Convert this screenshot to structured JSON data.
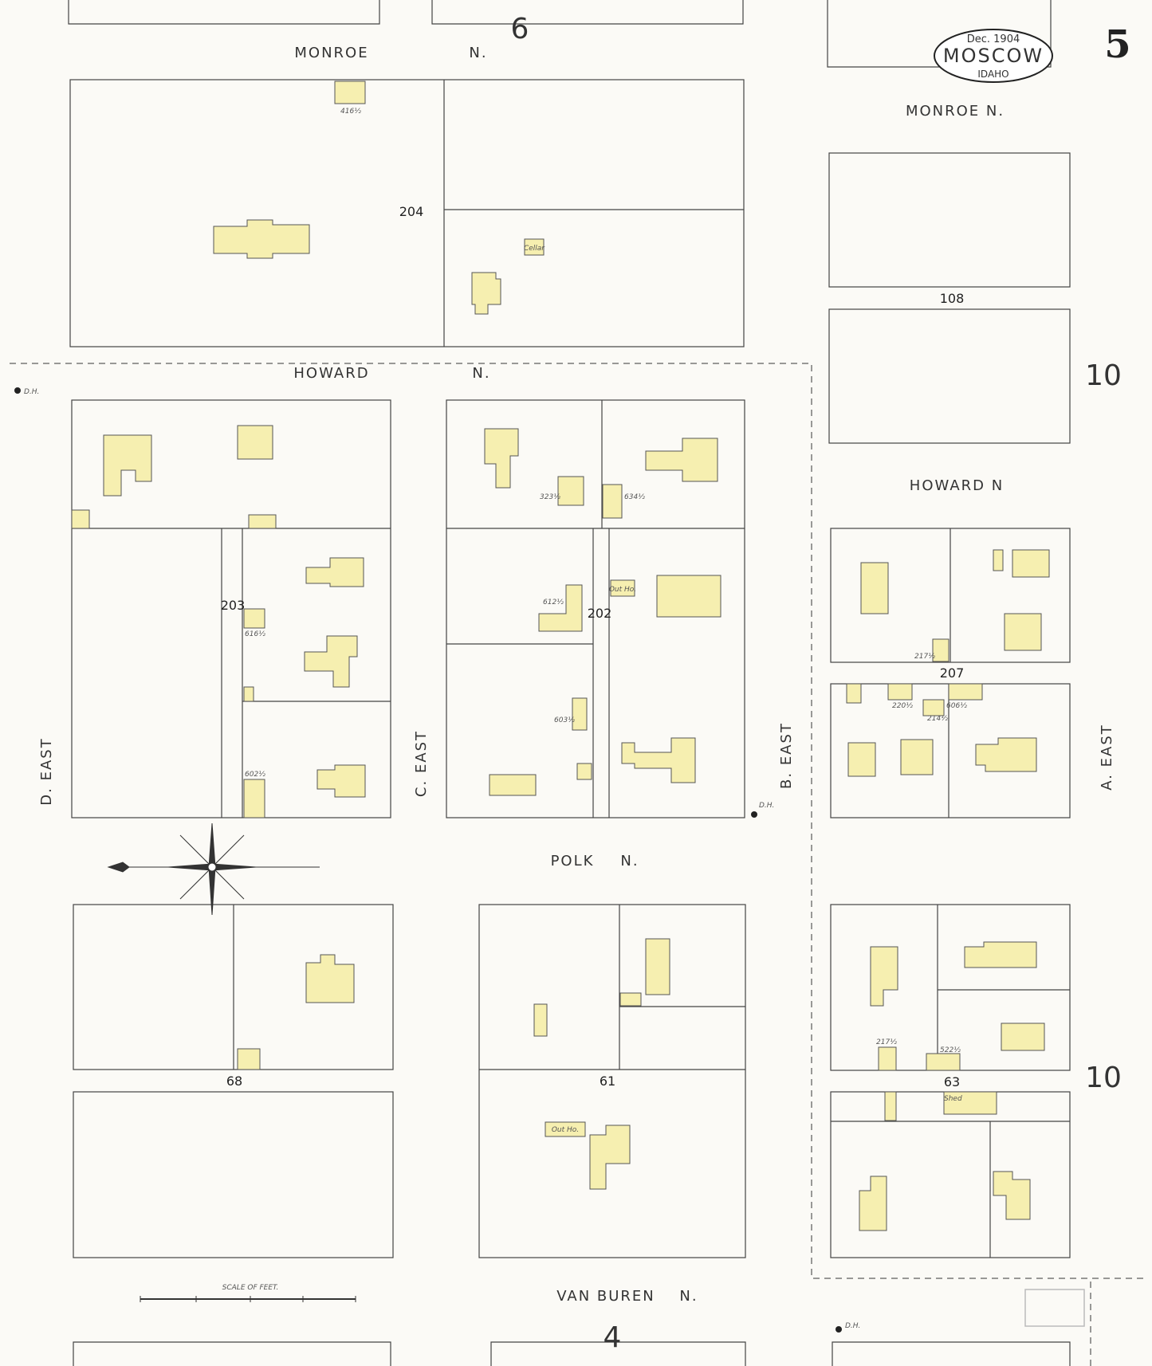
{
  "sheet": {
    "number": "5",
    "city": "MOSCOW",
    "state": "IDAHO",
    "date": "Dec. 1904",
    "adjacent_north": "6",
    "adjacent_south": "4",
    "adjacent_east_upper": "10",
    "adjacent_east_lower": "10"
  },
  "streets": {
    "monroe_west": "MONROE",
    "monroe_west_n": "N.",
    "monroe_east": "MONROE N.",
    "howard_west": "HOWARD",
    "howard_west_n": "N.",
    "howard_east": "HOWARD N",
    "polk": "POLK",
    "polk_n": "N.",
    "van_buren": "VAN BUREN",
    "van_buren_n": "N.",
    "d_east": "D. EAST",
    "c_east": "C. EAST",
    "b_east": "B. EAST",
    "a_east": "A. EAST"
  },
  "blocks": {
    "b204": "204",
    "b108": "108",
    "b203": "203",
    "b202": "202",
    "b207": "207",
    "b68": "68",
    "b61": "61",
    "b63": "63"
  },
  "labels": {
    "scale": "SCALE OF FEET.",
    "cellar": "Cellar",
    "out_ho": "Out Ho.",
    "out_ho2": "Out Ho.",
    "shed": "Shed",
    "dh1": "D.H.",
    "dh2": "D.H.",
    "dh3": "D.H.",
    "n416": "416½",
    "n603": "603½",
    "n616": "616½",
    "n612": "612½",
    "n602": "602½",
    "n323": "323½",
    "n634": "634½",
    "n217a": "217½",
    "n220": "220½",
    "n214": "214½",
    "n606": "606½",
    "n217b": "217½",
    "n522": "522½"
  },
  "colors": {
    "building_fill": "#f6efb0",
    "paper": "#fbfaf6",
    "ink": "#444444"
  }
}
